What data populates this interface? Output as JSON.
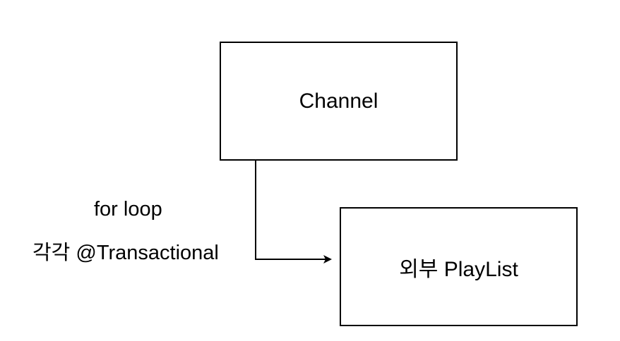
{
  "diagram": {
    "nodes": [
      {
        "id": "channel",
        "label": "Channel"
      },
      {
        "id": "playlist",
        "label": "외부 PlayList"
      }
    ],
    "edges": [
      {
        "from": "channel",
        "to": "playlist",
        "labels": [
          "for loop",
          "각각 @Transactional"
        ]
      }
    ],
    "colors": {
      "stroke": "#000000",
      "background": "#ffffff",
      "text": "#000000"
    }
  }
}
